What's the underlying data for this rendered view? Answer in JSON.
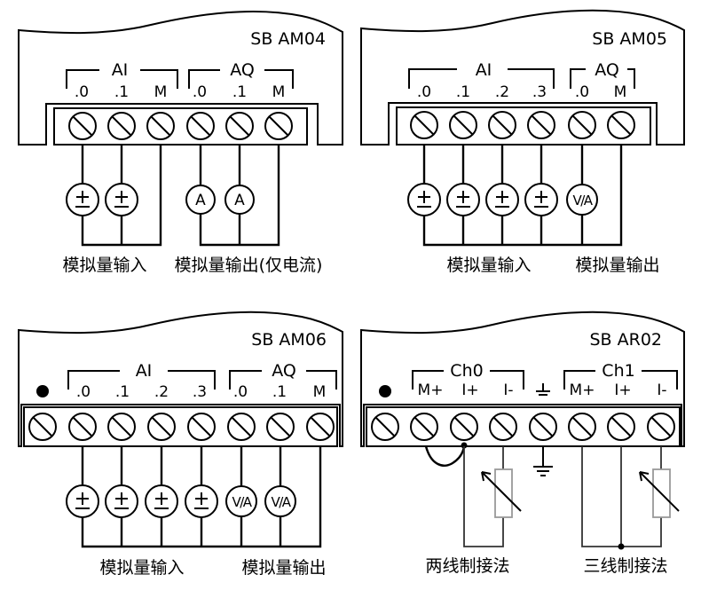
{
  "panels": [
    {
      "id": "am04",
      "title": "SB AM04",
      "has_led": false,
      "terminal_count": 6,
      "groups": [
        {
          "name": "AI",
          "pins": [
            ".0",
            ".1",
            "M"
          ]
        },
        {
          "name": "AQ",
          "pins": [
            ".0",
            ".1",
            "M"
          ]
        }
      ],
      "devices": [
        {
          "terminal": 0,
          "symbol": "±",
          "kind": "voltage-current-source"
        },
        {
          "terminal": 1,
          "symbol": "±",
          "kind": "voltage-current-source"
        },
        {
          "terminal": 2,
          "symbol": "",
          "kind": "common-wire"
        },
        {
          "terminal": 3,
          "symbol": "A",
          "kind": "ammeter"
        },
        {
          "terminal": 4,
          "symbol": "A",
          "kind": "ammeter"
        },
        {
          "terminal": 5,
          "symbol": "",
          "kind": "common-wire"
        }
      ],
      "captions": [
        "模拟量输入",
        "模拟量输出(仅电流)"
      ]
    },
    {
      "id": "am05",
      "title": "SB AM05",
      "has_led": false,
      "terminal_count": 6,
      "groups": [
        {
          "name": "AI",
          "pins": [
            ".0",
            ".1",
            ".2",
            ".3"
          ]
        },
        {
          "name": "AQ",
          "pins": [
            ".0",
            "M"
          ]
        }
      ],
      "devices": [
        {
          "terminal": 0,
          "symbol": "±",
          "kind": "voltage-current-source"
        },
        {
          "terminal": 1,
          "symbol": "±",
          "kind": "voltage-current-source"
        },
        {
          "terminal": 2,
          "symbol": "±",
          "kind": "voltage-current-source"
        },
        {
          "terminal": 3,
          "symbol": "±",
          "kind": "voltage-current-source"
        },
        {
          "terminal": 4,
          "symbol": "V/A",
          "kind": "volt-ammeter"
        },
        {
          "terminal": 5,
          "symbol": "",
          "kind": "common-wire"
        }
      ],
      "captions": [
        "模拟量输入",
        "模拟量输出"
      ]
    },
    {
      "id": "am06",
      "title": "SB AM06",
      "has_led": true,
      "terminal_count": 8,
      "groups": [
        {
          "name": "AI",
          "pins": [
            ".0",
            ".1",
            ".2",
            ".3"
          ]
        },
        {
          "name": "AQ",
          "pins": [
            ".0",
            ".1",
            "M"
          ]
        }
      ],
      "devices": [
        {
          "terminal": 1,
          "symbol": "±",
          "kind": "voltage-current-source"
        },
        {
          "terminal": 2,
          "symbol": "±",
          "kind": "voltage-current-source"
        },
        {
          "terminal": 3,
          "symbol": "±",
          "kind": "voltage-current-source"
        },
        {
          "terminal": 4,
          "symbol": "±",
          "kind": "voltage-current-source"
        },
        {
          "terminal": 5,
          "symbol": "V/A",
          "kind": "volt-ammeter"
        },
        {
          "terminal": 6,
          "symbol": "V/A",
          "kind": "volt-ammeter"
        },
        {
          "terminal": 7,
          "symbol": "",
          "kind": "common-wire"
        }
      ],
      "captions": [
        "模拟量输入",
        "模拟量输出"
      ]
    },
    {
      "id": "ar02",
      "title": "SB AR02",
      "has_led": true,
      "terminal_count": 8,
      "groups": [
        {
          "name": "Ch0",
          "pins": [
            "M+",
            "I+",
            "I-"
          ]
        },
        {
          "name": "Ch1",
          "pins": [
            "M+",
            "I+",
            "I-"
          ]
        }
      ],
      "ground_symbol": "⏚",
      "devices": [
        {
          "terminal": 4,
          "symbol": "",
          "kind": "ground"
        }
      ],
      "captions": [
        "两线制接法",
        "三线制接法"
      ]
    }
  ]
}
